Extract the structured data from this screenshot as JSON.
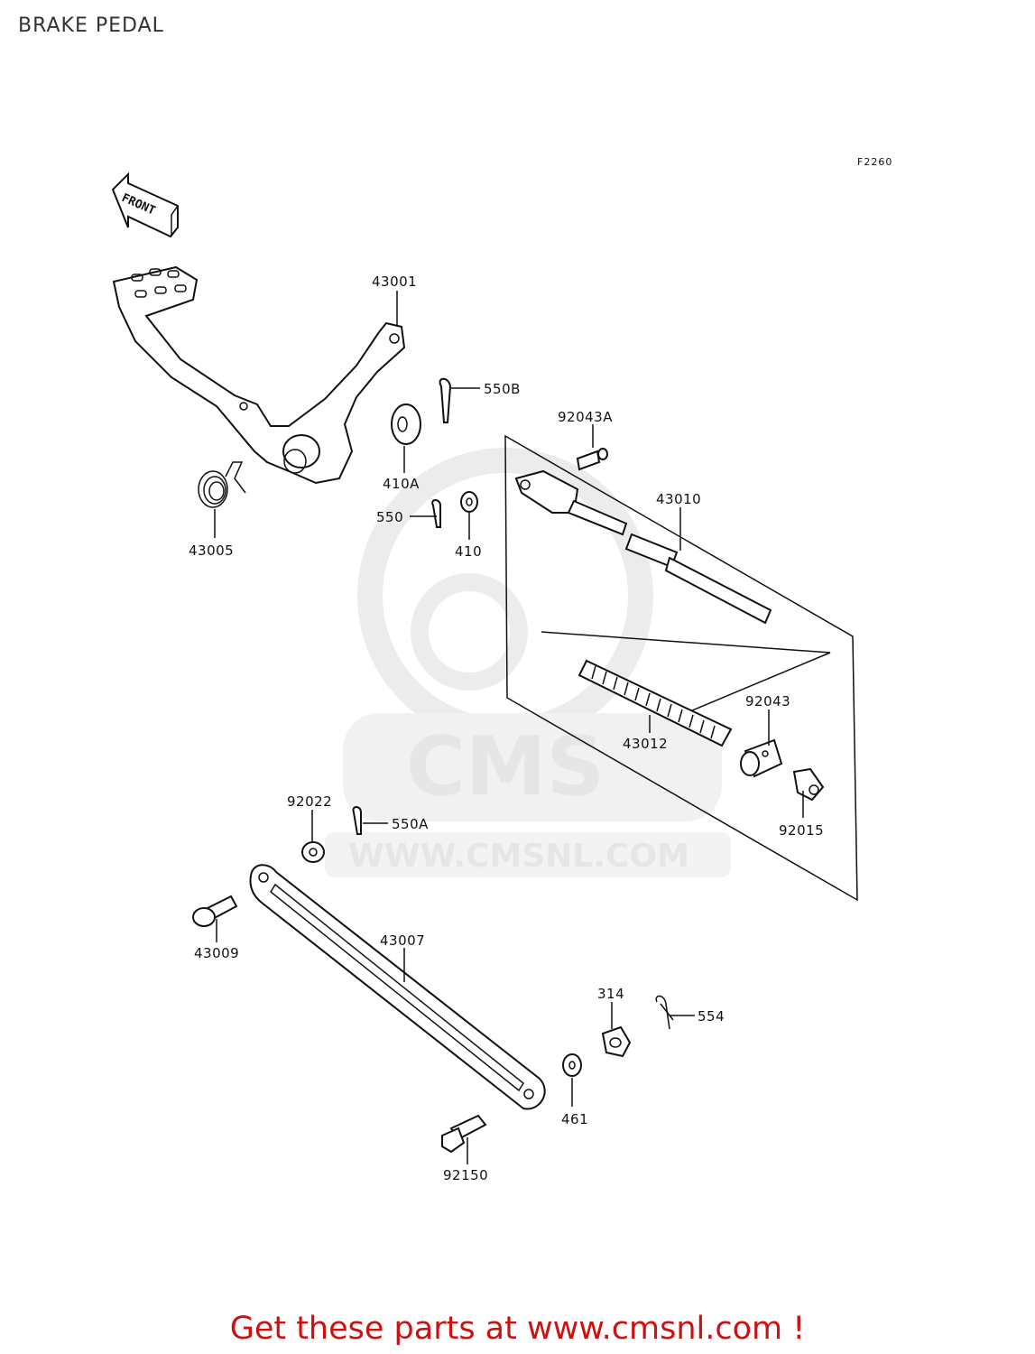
{
  "header": {
    "title": "BRAKE PEDAL"
  },
  "diagram": {
    "figure_code": "F2260",
    "direction_label": "FRONT",
    "watermark": {
      "brand": "CMS",
      "url": "WWW.CMSNL.COM"
    },
    "parts": [
      {
        "id": "p43001",
        "number": "43001",
        "name": "pedal"
      },
      {
        "id": "p550B",
        "number": "550B",
        "name": "cotter pin"
      },
      {
        "id": "p92043A",
        "number": "92043A",
        "name": "pin"
      },
      {
        "id": "p410A",
        "number": "410A",
        "name": "washer"
      },
      {
        "id": "p43010",
        "number": "43010",
        "name": "rod"
      },
      {
        "id": "p43005",
        "number": "43005",
        "name": "spring"
      },
      {
        "id": "p550",
        "number": "550",
        "name": "cotter pin"
      },
      {
        "id": "p410",
        "number": "410",
        "name": "washer"
      },
      {
        "id": "p92043",
        "number": "92043",
        "name": "collar"
      },
      {
        "id": "p43012",
        "number": "43012",
        "name": "spring"
      },
      {
        "id": "p92022",
        "number": "92022",
        "name": "washer"
      },
      {
        "id": "p550A",
        "number": "550A",
        "name": "cotter pin"
      },
      {
        "id": "p92015",
        "number": "92015",
        "name": "nut"
      },
      {
        "id": "p43009",
        "number": "43009",
        "name": "pin"
      },
      {
        "id": "p43007",
        "number": "43007",
        "name": "link"
      },
      {
        "id": "p314",
        "number": "314",
        "name": "nut"
      },
      {
        "id": "p554",
        "number": "554",
        "name": "clip"
      },
      {
        "id": "p461",
        "number": "461",
        "name": "washer"
      },
      {
        "id": "p92150",
        "number": "92150",
        "name": "bolt"
      }
    ]
  },
  "footer": {
    "text": "Get these parts at www.cmsnl.com !"
  }
}
